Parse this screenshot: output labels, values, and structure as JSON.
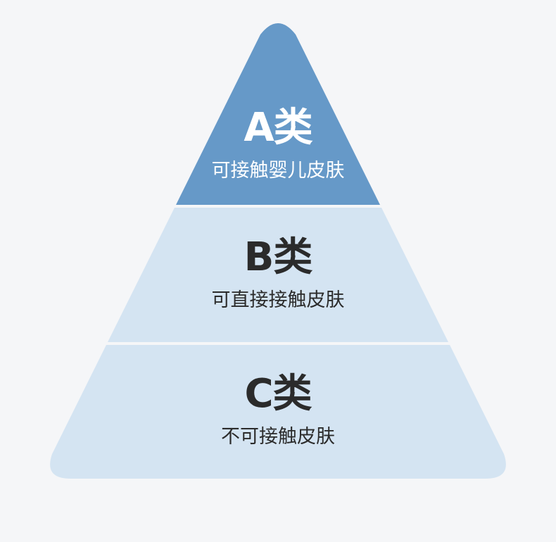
{
  "pyramid": {
    "tiers": [
      {
        "title": "A类",
        "subtitle": "可接触婴儿皮肤",
        "fill": "#6699c8",
        "text_color": "#ffffff"
      },
      {
        "title": "B类",
        "subtitle": "可直接接触皮肤",
        "fill": "#d4e4f2",
        "text_color": "#2b2b2b"
      },
      {
        "title": "C类",
        "subtitle": "不可接触皮肤",
        "fill": "#d4e4f2",
        "text_color": "#2b2b2b"
      }
    ],
    "background": "#f5f6f8"
  }
}
